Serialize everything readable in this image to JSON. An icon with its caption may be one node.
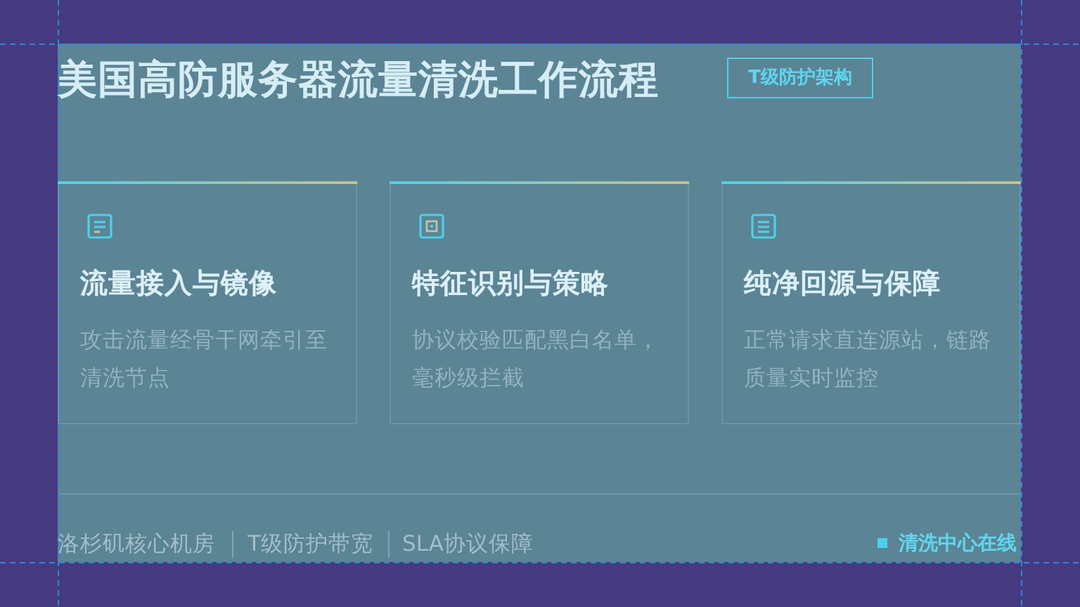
{
  "diagram": {
    "title": "美国高防服务器流量清洗工作流程",
    "nodes": [
      {
        "text": [
          "流量接入与镜像",
          "攻击流量经骨干网牵引至清洗节点"
        ]
      },
      {
        "text": [
          "特征识别与策略",
          "协议校验匹配黑白名单，毫秒级拦截"
        ]
      },
      {
        "text": [
          "纯净回源与保障",
          "正常请求直连源站，链路质量实时监控"
        ]
      }
    ],
    "labels": [
      "T级防护架构",
      "洛杉矶核心机房",
      "T级防护带宽",
      "SLA协议保障",
      "清洗中心在线"
    ]
  }
}
